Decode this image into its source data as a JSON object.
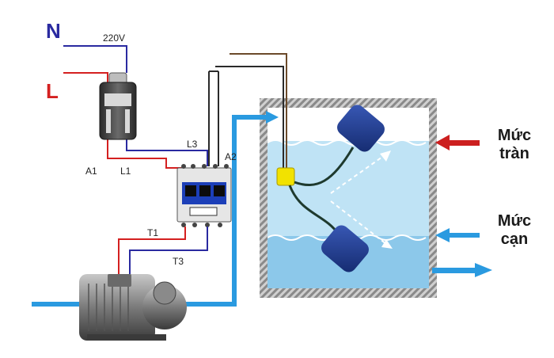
{
  "labels": {
    "neutral": "N",
    "live": "L",
    "voltage": "220V",
    "a1": "A1",
    "l1": "L1",
    "l3": "L3",
    "a2": "A2",
    "t1": "T1",
    "t3": "T3"
  },
  "levels": {
    "overflow_line1": "Mức",
    "overflow_line2": "tràn",
    "low_line1": "Mức",
    "low_line2": "cạn"
  },
  "colors": {
    "neutral_wire": "#2a2aa0",
    "live_wire": "#d42020",
    "water_pipe": "#2a9ae0",
    "arrow_red": "#cc1f1f",
    "arrow_blue": "#2a9ae0",
    "tank_wall": "#9a9a9a",
    "water_light": "#bfe3f5",
    "water_dark": "#8cc8ea",
    "float_switch": "#1f3a8c",
    "float_hub": "#f2e200"
  }
}
